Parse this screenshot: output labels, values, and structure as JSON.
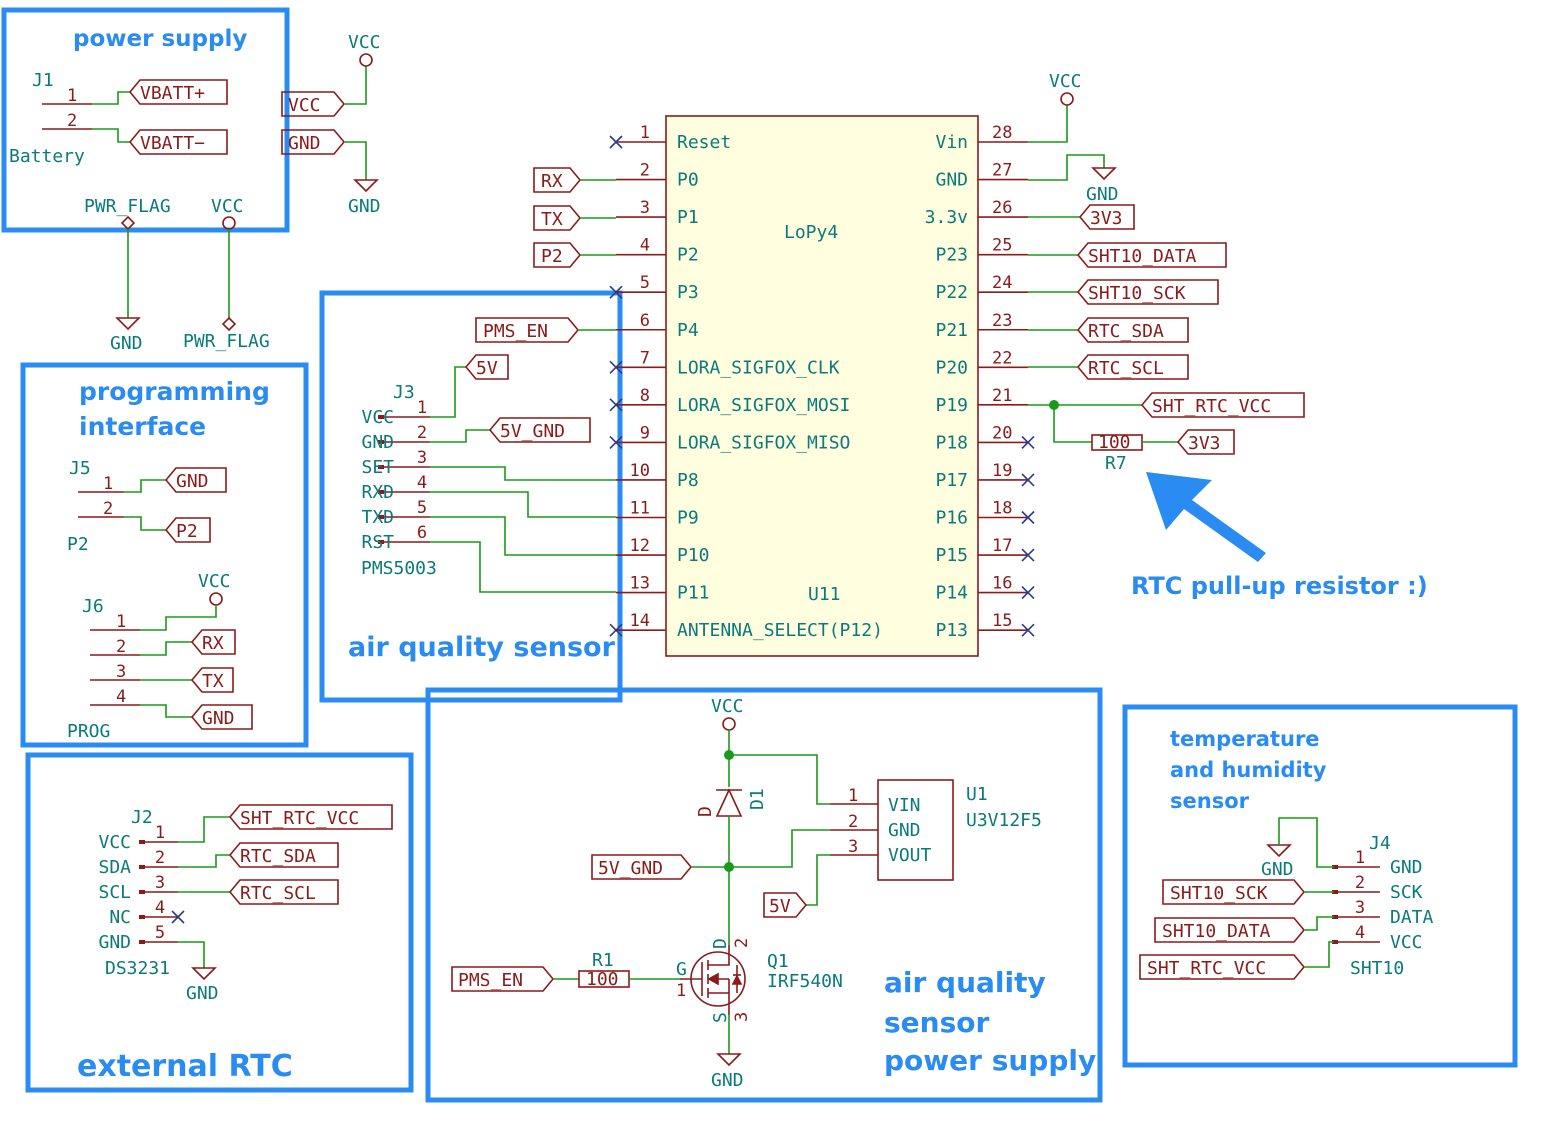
{
  "sections": {
    "power": "power supply",
    "programming": [
      "programming",
      "interface"
    ],
    "air_quality": "air quality sensor",
    "rtc": "external RTC",
    "aq_power": [
      "air quality",
      "sensor",
      "power supply"
    ],
    "th": [
      "temperature",
      "and humidity",
      "sensor"
    ]
  },
  "annotation": "RTC pull-up resistor :)",
  "nets": {
    "vcc": "VCC",
    "gnd": "GND",
    "pwr_flag": "PWR_FLAG",
    "vbatt_p": "VBATT+",
    "vbatt_m": "VBATT−",
    "rx": "RX",
    "tx": "TX",
    "p2": "P2",
    "pms_en": "PMS_EN",
    "v5": "5V",
    "v5_gnd": "5V_GND",
    "v3": "3V3",
    "sht_data": "SHT10_DATA",
    "sht_sck": "SHT10_SCK",
    "rtc_sda": "RTC_SDA",
    "rtc_scl": "RTC_SCL",
    "sht_rtc_vcc": "SHT_RTC_VCC"
  },
  "j1": {
    "ref": "J1",
    "name": "Battery",
    "pins": [
      "1",
      "2"
    ]
  },
  "j3": {
    "ref": "J3",
    "name": "PMS5003",
    "pins": [
      "1",
      "2",
      "3",
      "4",
      "5",
      "6"
    ],
    "pin_names": [
      "VCC",
      "GND",
      "SET",
      "RXD",
      "TXD",
      "RST"
    ]
  },
  "j5": {
    "ref": "J5",
    "name": "P2",
    "pins": [
      "1",
      "2"
    ]
  },
  "j6": {
    "ref": "J6",
    "name": "PROG",
    "pins": [
      "1",
      "2",
      "3",
      "4"
    ]
  },
  "j2": {
    "ref": "J2",
    "name": "DS3231",
    "pins": [
      "1",
      "2",
      "3",
      "4",
      "5"
    ],
    "pin_names": [
      "VCC",
      "SDA",
      "SCL",
      "NC",
      "GND"
    ]
  },
  "j4": {
    "ref": "J4",
    "name": "SHT10",
    "pins": [
      "1",
      "2",
      "3",
      "4"
    ],
    "pin_names": [
      "GND",
      "SCK",
      "DATA",
      "VCC"
    ]
  },
  "u11": {
    "name": "LoPy4",
    "ref": "U11",
    "left_nums": [
      "1",
      "2",
      "3",
      "4",
      "5",
      "6",
      "7",
      "8",
      "9",
      "10",
      "11",
      "12",
      "13",
      "14"
    ],
    "left_names": [
      "Reset",
      "P0",
      "P1",
      "P2",
      "P3",
      "P4",
      "LORA_SIGFOX_CLK",
      "LORA_SIGFOX_MOSI",
      "LORA_SIGFOX_MISO",
      "P8",
      "P9",
      "P10",
      "P11",
      "ANTENNA_SELECT(P12)"
    ],
    "right_nums": [
      "28",
      "27",
      "26",
      "25",
      "24",
      "23",
      "22",
      "21",
      "20",
      "19",
      "18",
      "17",
      "16",
      "15"
    ],
    "right_names": [
      "Vin",
      "GND",
      "3.3v",
      "P23",
      "P22",
      "P21",
      "P20",
      "P19",
      "P18",
      "P17",
      "P16",
      "P15",
      "P14",
      "P13"
    ]
  },
  "u1": {
    "ref": "U1",
    "value": "U3V12F5",
    "pins": [
      "1",
      "2",
      "3"
    ],
    "pin_names": [
      "VIN",
      "GND",
      "VOUT"
    ]
  },
  "r7": {
    "ref": "R7",
    "value": "100"
  },
  "r1": {
    "ref": "R1",
    "value": "100"
  },
  "d1": {
    "ref": "D1",
    "value": "D"
  },
  "q1": {
    "ref": "Q1",
    "value": "IRF540N",
    "pins": [
      "G",
      "1",
      "D",
      "2",
      "S",
      "3"
    ]
  },
  "colors": {
    "wire": "#1a9a1a",
    "component": "#8b1a1a",
    "reference": "#0b7a7a",
    "box": "#2a8cf0",
    "ic_fill": "#ffffe0",
    "noconnect": "#2a3a8a"
  }
}
